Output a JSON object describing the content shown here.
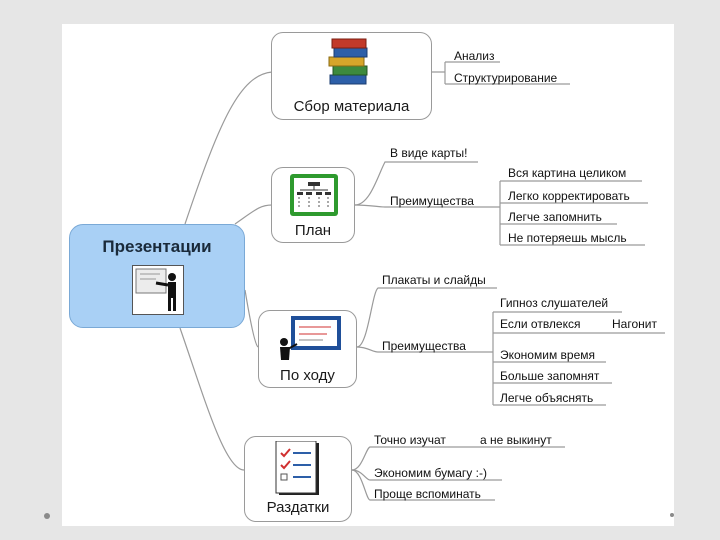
{
  "center": {
    "label": "Презентации"
  },
  "branches": {
    "collect": {
      "label": "Сбор материала",
      "leaves": [
        "Анализ",
        "Структурирование"
      ]
    },
    "plan": {
      "label": "План",
      "leaf_view": "В виде карты!",
      "leaf_adv": "Преимущества",
      "adv": [
        "Вся картина целиком",
        "Легко корректировать",
        "Легче запомнить",
        "Не потеряешь мысль"
      ]
    },
    "progress": {
      "label": "По ходу",
      "leaf_posters": "Плакаты и слайды",
      "leaf_adv": "Преимущества",
      "adv": [
        "Гипноз слушателей",
        "Если отвлекся",
        "Нагонит",
        "Экономим время",
        "Больше запомнят",
        "Легче объяснять"
      ]
    },
    "handouts": {
      "label": "Раздатки",
      "leaves": [
        "Точно изучат",
        "а не выкинут",
        "Экономим бумагу :-)",
        "Проще вспоминать"
      ]
    }
  },
  "colors": {
    "center_fill": "#a9d0f5",
    "line": "#9a9a9a",
    "plan_green": "#2e9a2e",
    "board_blue": "#1f4f99"
  }
}
